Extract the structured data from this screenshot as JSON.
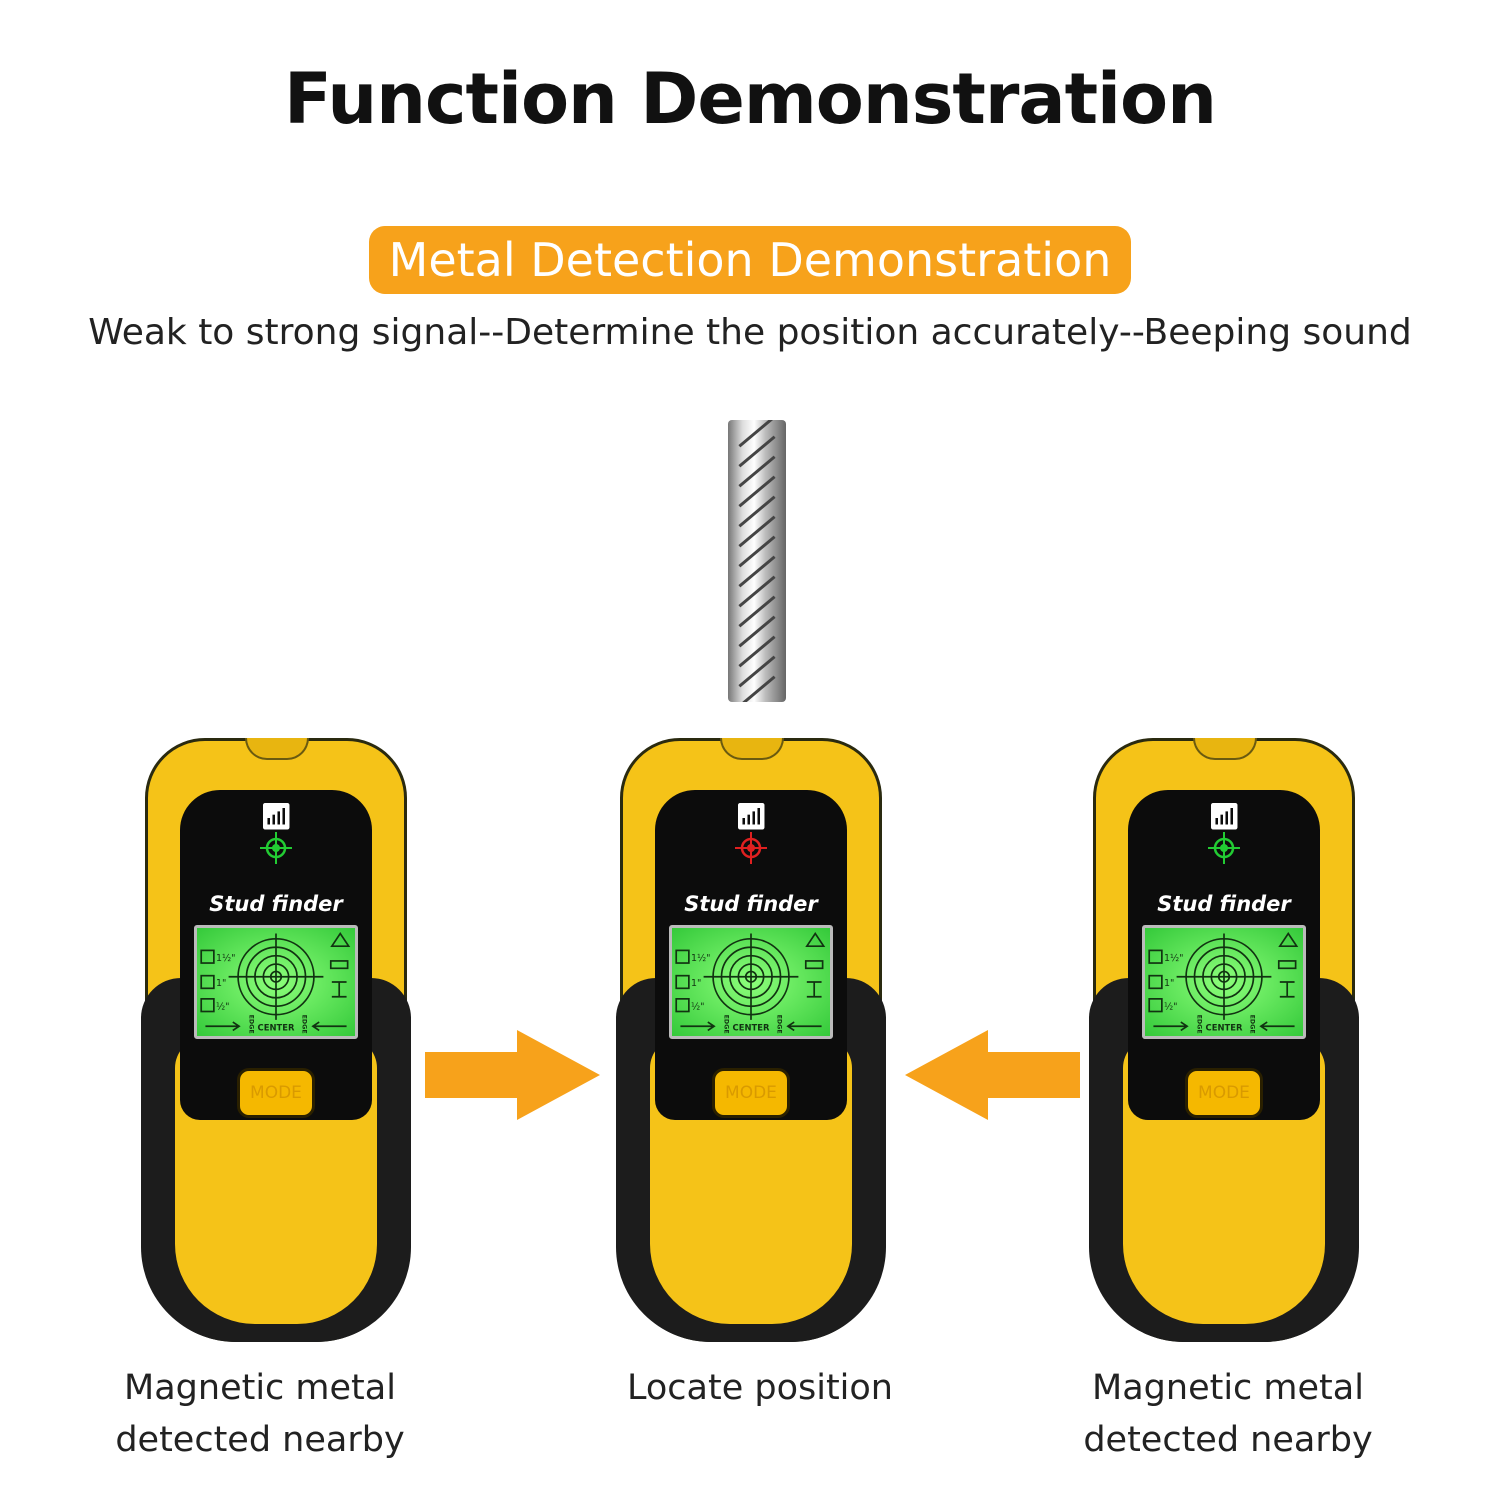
{
  "header": {
    "title": "Function Demonstration",
    "section_badge": "Metal Detection Demonstration",
    "subtitle": "Weak to strong signal--Determine the position accurately--Beeping sound"
  },
  "colors": {
    "accent": "#f7a21b",
    "device_yellow": "#f5c318",
    "screen_green": "#5be64f",
    "target_detected": "#e02020",
    "target_idle": "#22cc33"
  },
  "devices": [
    {
      "brand": "Stud finder",
      "button": "MODE",
      "target_state": "idle",
      "caption": [
        "Magnetic metal",
        "detected nearby"
      ]
    },
    {
      "brand": "Stud finder",
      "button": "MODE",
      "target_state": "detected",
      "caption": [
        "Locate position"
      ]
    },
    {
      "brand": "Stud finder",
      "button": "MODE",
      "target_state": "idle",
      "caption": [
        "Magnetic metal",
        "detected nearby"
      ]
    }
  ],
  "screen": {
    "depth_labels": [
      "1½\"",
      "1\"",
      "½\""
    ],
    "center_label": "CENTER",
    "edge_label": "EDGE"
  },
  "arrows": [
    {
      "direction": "right",
      "icon": "arrow-right-icon"
    },
    {
      "direction": "left",
      "icon": "arrow-left-icon"
    }
  ]
}
